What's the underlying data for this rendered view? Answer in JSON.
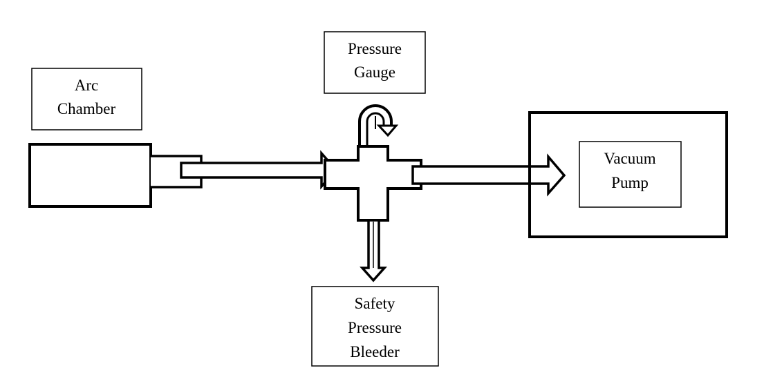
{
  "diagram": {
    "nodes": {
      "arc_chamber": {
        "lines": [
          "Arc",
          "Chamber"
        ]
      },
      "pressure_gauge": {
        "lines": [
          "Pressure",
          "Gauge"
        ]
      },
      "vacuum_pump": {
        "lines": [
          "Vacuum",
          "Pump"
        ]
      },
      "safety_bleeder": {
        "lines": [
          "Safety",
          "Pressure",
          "Bleeder"
        ]
      }
    },
    "colors": {
      "stroke": "#000000",
      "fill": "#ffffff"
    }
  }
}
